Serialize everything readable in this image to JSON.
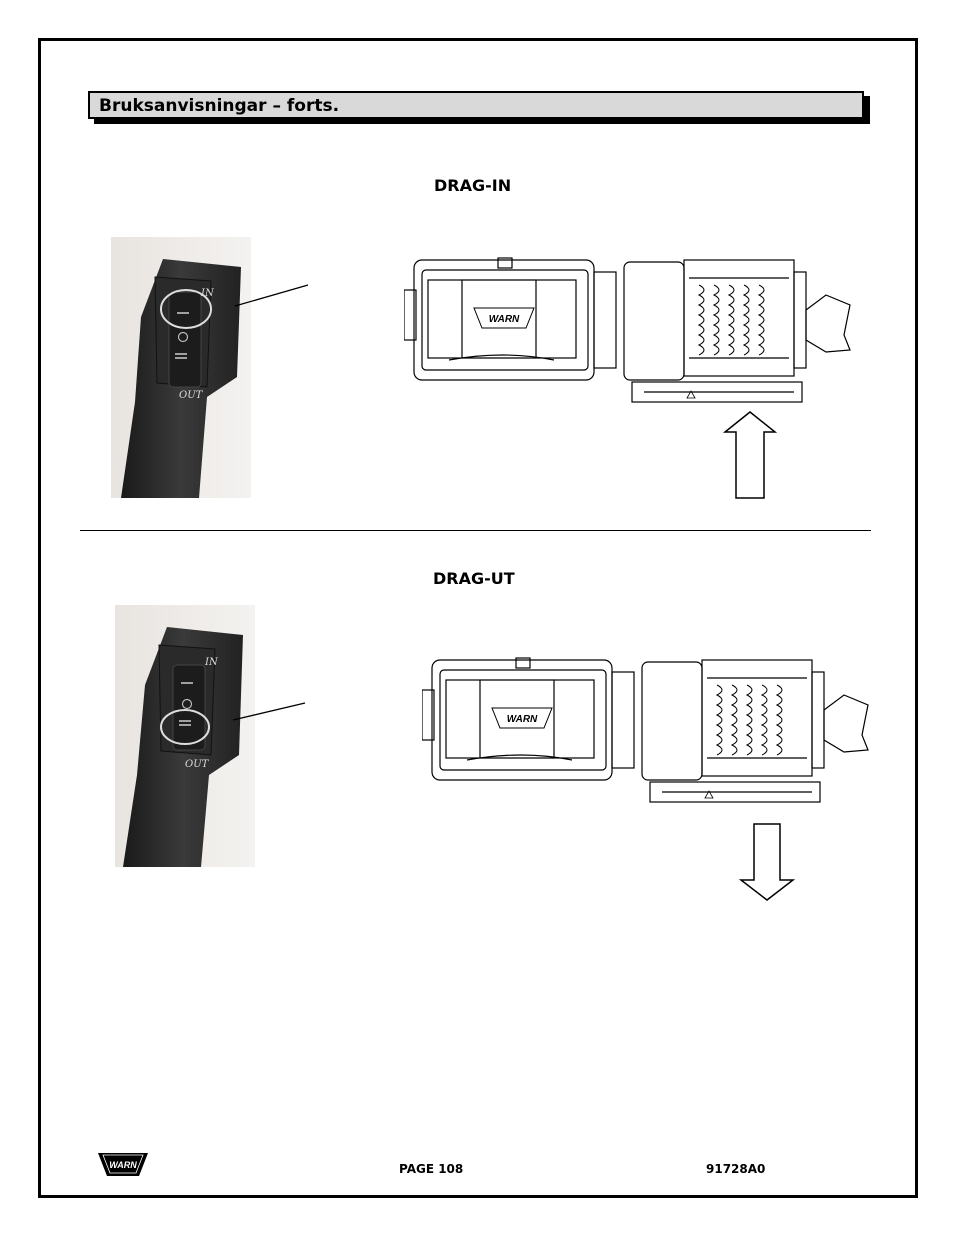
{
  "header": {
    "title": "Bruksanvisningar – forts."
  },
  "sections": [
    {
      "heading": "DRAG-IN",
      "remote_label_in": "IN",
      "remote_label_out": "OUT",
      "winch_logo": "WARN",
      "highlighted_button": "IN",
      "arrow_direction": "up"
    },
    {
      "heading": "DRAG-UT",
      "remote_label_in": "IN",
      "remote_label_out": "OUT",
      "winch_logo": "WARN",
      "highlighted_button": "OUT",
      "arrow_direction": "down"
    }
  ],
  "footer": {
    "logo": "WARN",
    "page": "PAGE 108",
    "doc_number": "91728A0"
  }
}
